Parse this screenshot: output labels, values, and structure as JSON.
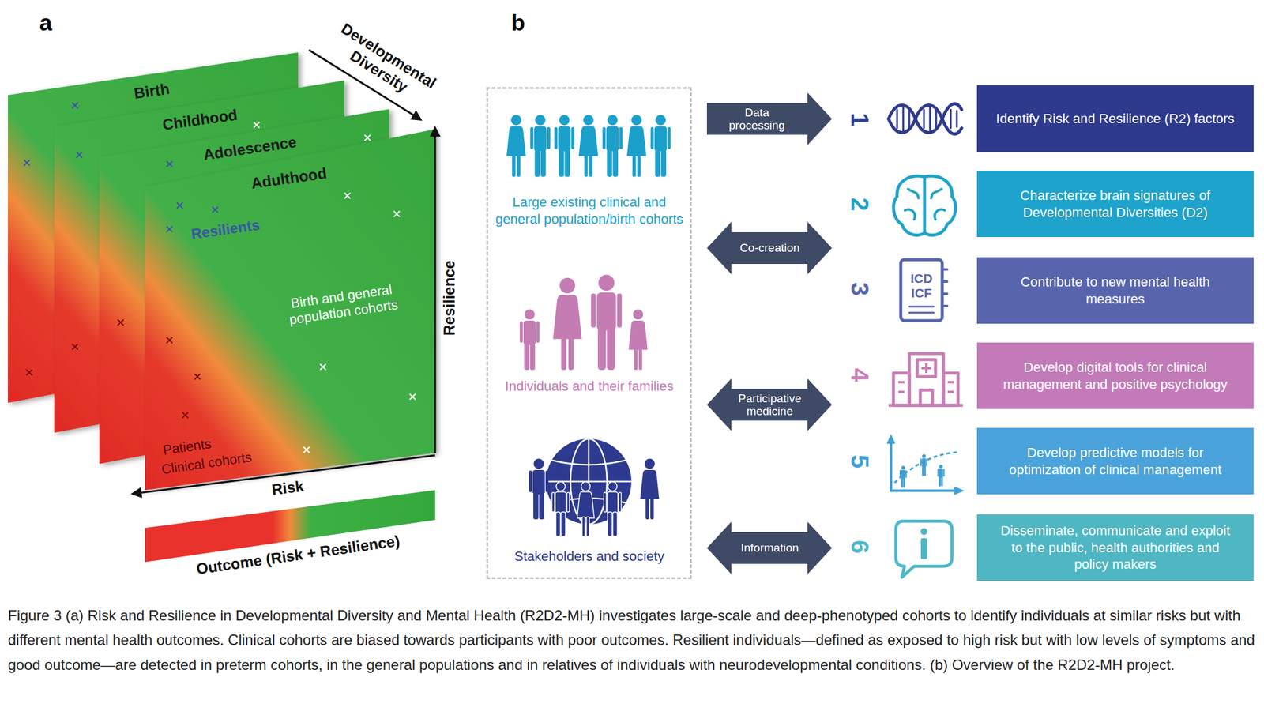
{
  "diagram": {
    "caption": "Figure 3 (a) Risk and Resilience in Developmental Diversity and Mental Health (R2D2-MH) investigates large-scale and deep-phenotyped cohorts to identify individuals at similar risks but with different mental health outcomes. Clinical cohorts are biased towards participants with poor outcomes. Resilient individuals—defined as exposed to high risk but with low levels of symptoms and good outcome—are detected in preterm cohorts, in the general populations and in relatives of individuals with neurodevelopmental conditions. (b) Overview of the R2D2-MH project.",
    "nodes": [
      {
        "text": [
          "Large existing clinical and general population/birth cohorts",
          "Individuals and their families",
          "Stakeholders and society"
        ]
      },
      {
        "text": [
          "Data processing"
        ]
      },
      {
        "text": [
          "Co-creation"
        ]
      },
      {
        "text": [
          "Participative medicine"
        ]
      },
      {
        "text": [
          "Information"
        ]
      },
      {
        "text": [
          "Identify Risk and Resilience (R2) factors"
        ]
      },
      {
        "text": [
          "Characterize brain signatures of Developmental Diversities (D2)"
        ]
      },
      {
        "text": [
          "Contribute to new mental health measures"
        ]
      },
      {
        "text": [
          "Develop digital tools for clinical management and positive psychology"
        ]
      },
      {
        "text": [
          "Develop predictive models for optimization of clinical management"
        ]
      },
      {
        "text": [
          "Disseminate, communicate and exploit to the public, health authorities and policy makers"
        ]
      }
    ],
    "labels": [
      "a",
      "Developmental Diversity",
      "Birth",
      "Childhood",
      "Adolescence",
      "Adulthood",
      "Resilients",
      "Birth and general population cohorts",
      "Patients",
      "Clinical cohorts",
      "Resilience",
      "Risk",
      "Outcome (Risk + Resilience)",
      "b",
      "1",
      "2",
      "3",
      "ICD",
      "ICF",
      "4",
      "5",
      "6"
    ]
  }
}
